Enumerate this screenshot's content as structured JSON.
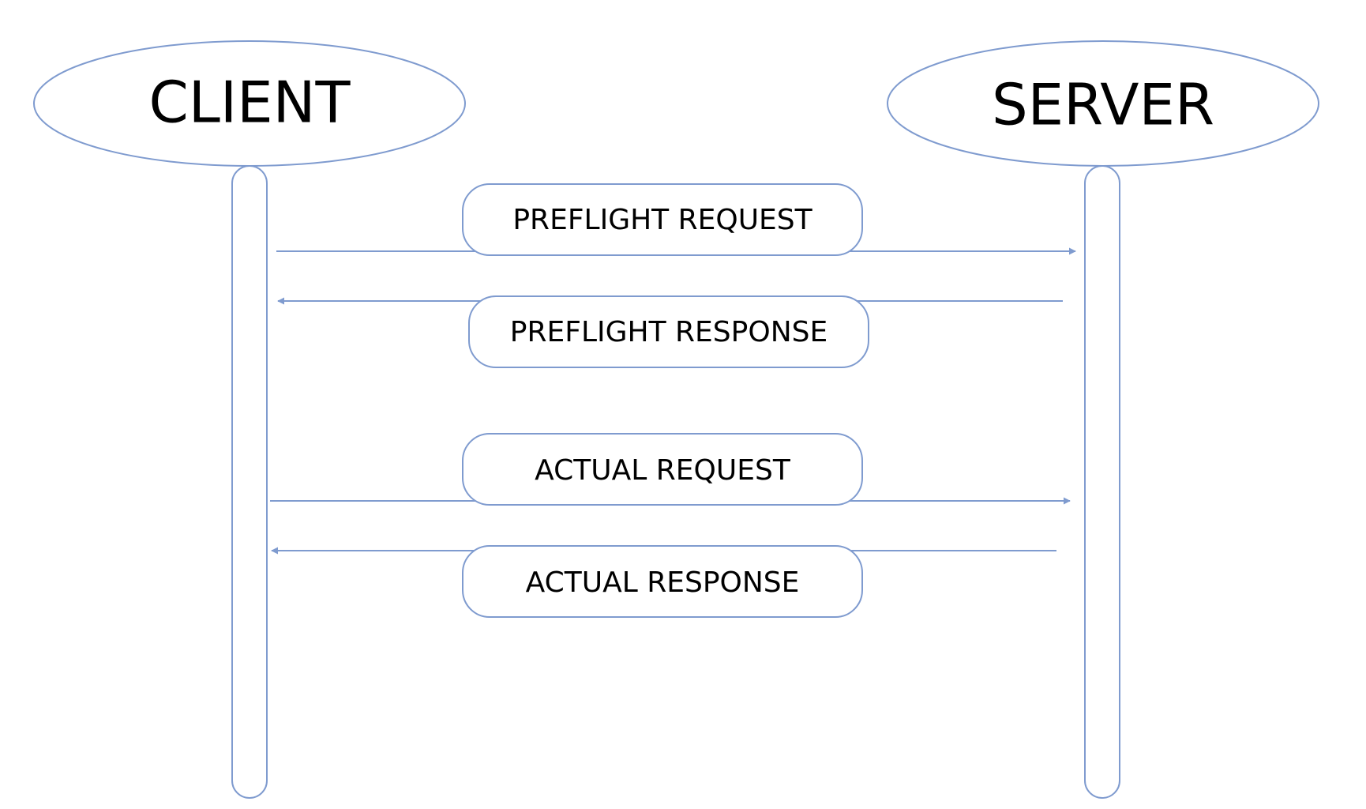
{
  "diagram": {
    "actors": {
      "client": {
        "label": "CLIENT"
      },
      "server": {
        "label": "SERVER"
      }
    },
    "messages": [
      {
        "label": "PREFLIGHT REQUEST",
        "direction": "client-to-server"
      },
      {
        "label": "PREFLIGHT RESPONSE",
        "direction": "server-to-client"
      },
      {
        "label": "ACTUAL REQUEST",
        "direction": "client-to-server"
      },
      {
        "label": "ACTUAL RESPONSE",
        "direction": "server-to-client"
      }
    ],
    "colors": {
      "stroke": "#7f9bcf",
      "text": "#000000",
      "background": "#ffffff"
    }
  }
}
